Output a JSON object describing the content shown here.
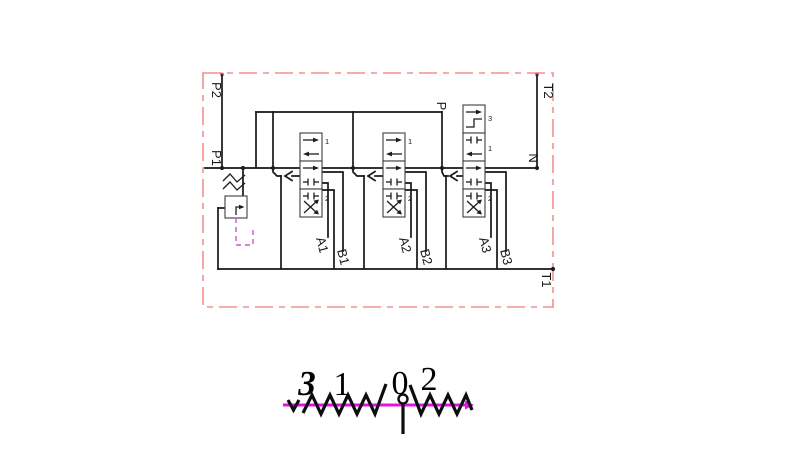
{
  "diagram": {
    "title": "hydraulic-directional-valve-schematic",
    "ports": {
      "p1": "P1",
      "p2": "P2",
      "t1": "T1",
      "t2": "T2",
      "n": "N",
      "p": "P"
    },
    "valves": [
      {
        "id": "valve-1",
        "digits": [
          "1",
          "2"
        ],
        "work_ports": {
          "a": "A1",
          "b": "B1"
        }
      },
      {
        "id": "valve-2",
        "digits": [
          "1",
          "2"
        ],
        "work_ports": {
          "a": "A2",
          "b": "B2"
        }
      },
      {
        "id": "valve-3",
        "digits": [
          "3",
          "1",
          "2"
        ],
        "work_ports": {
          "a": "A3",
          "b": "B3"
        }
      }
    ],
    "selector": {
      "positions": [
        "3",
        "1",
        "0",
        "2"
      ]
    },
    "colors": {
      "ink": "#161616",
      "boundary": "#ef8f8f",
      "pilot": "#cc55cc",
      "selector": "#e611e6"
    }
  }
}
